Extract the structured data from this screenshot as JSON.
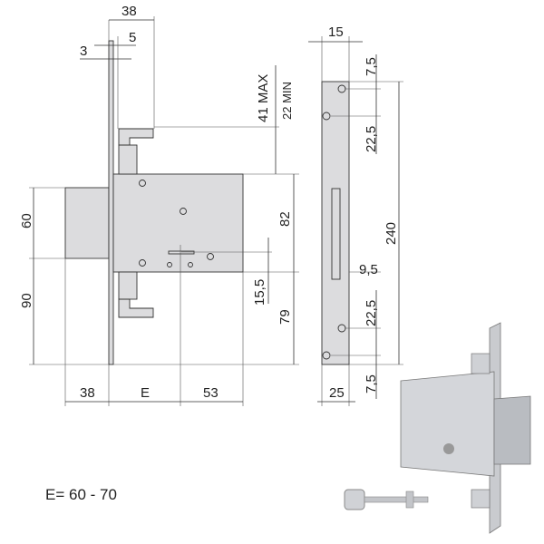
{
  "title": "Lock technical drawing",
  "front_view": {
    "dims": {
      "top_38": "38",
      "d5": "5",
      "d3": "3",
      "max41": "41 MAX",
      "min22": "22 MIN",
      "d82": "82",
      "d15_5": "15,5",
      "d79": "79",
      "d60": "60",
      "d90": "90",
      "bottom_38": "38",
      "bottom_E": "E",
      "bottom_53": "53"
    }
  },
  "faceplate_view": {
    "dims": {
      "d15": "15",
      "top_7_5": "7,5",
      "top_22_5": "22,5",
      "d240": "240",
      "d9_5": "9,5",
      "bottom_22_5": "22,5",
      "bottom_7_5": "7,5",
      "d25": "25"
    }
  },
  "formula": "E= 60 - 70"
}
